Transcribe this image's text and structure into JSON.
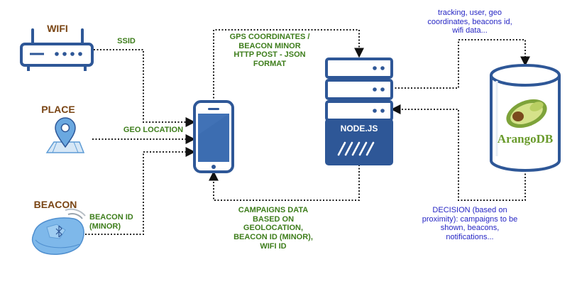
{
  "nodes": {
    "wifi": {
      "title": "WIFI",
      "icon": "wifi-router-icon"
    },
    "place": {
      "title": "PLACE",
      "icon": "map-pin-icon"
    },
    "beacon": {
      "title": "BEACON",
      "icon": "bluetooth-beacon-icon"
    },
    "phone": {
      "icon": "smartphone-icon"
    },
    "server": {
      "label": "NODE.JS",
      "icon": "server-icon"
    },
    "db": {
      "brand": "ArangoDB",
      "icon": "avocado-icon"
    }
  },
  "edges": {
    "ssid": "SSID",
    "geo_location": "GEO LOCATION",
    "beacon_id": [
      "BEACON ID",
      "(MINOR)"
    ],
    "gps_post": [
      "GPS COORDINATES /",
      "BEACON MINOR",
      "HTTP POST - JSON",
      "FORMAT"
    ],
    "campaigns": [
      "CAMPAIGNS DATA",
      "BASED ON",
      "GEOLOCATION,",
      "BEACON ID (MINOR),",
      "WIFI ID"
    ],
    "tracking": [
      "tracking, user, geo",
      "coordinates, beacons id,",
      "wifi data..."
    ],
    "decision": [
      "DECISION (based on",
      "proximity): campaigns to be",
      "shown, beacons,",
      "notifications..."
    ]
  },
  "colors": {
    "device_blue": "#2e5797",
    "screen_blue": "#3c6db1",
    "beacon_blue": "#6aa8e0",
    "title_brown": "#7a4514",
    "label_green": "#3d7d1b",
    "label_blue": "#2626c4",
    "avocado_green": "#6a9b2c"
  }
}
